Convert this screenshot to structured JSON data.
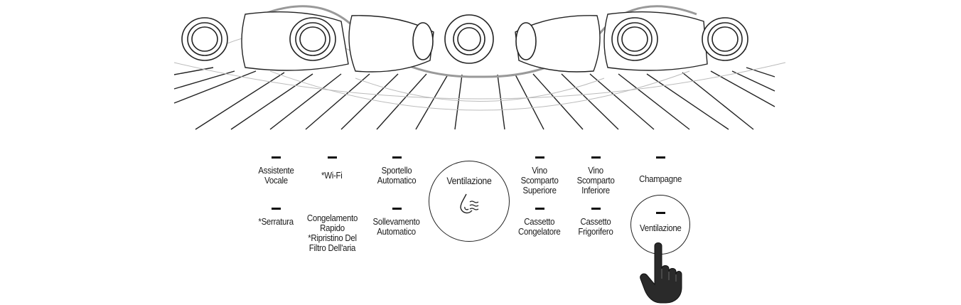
{
  "buttons": {
    "assistente_vocale": "Assistente\nVocale",
    "wifi": "*Wi-Fi",
    "sportello_automatico": "Sportello\nAutomatico",
    "ventilazione_center": "Ventilazione",
    "vino_scomparto_superiore": "Vino\nScomparto\nSuperiore",
    "vino_scomparto_inferiore": "Vino\nScomparto\nInferiore",
    "champagne": "Champagne",
    "serratura": "*Serratura",
    "congelamento_rapido": "Congelamento\nRapido\n*Ripristino Del\nFiltro Dell'aria",
    "sollevamento_automatico": "Sollevamento\nAutomatico",
    "cassetto_congelatore": "Cassetto\nCongelatore",
    "cassetto_frigorifero": "Cassetto\nFrigorifero",
    "ventilazione_right": "Ventilazione"
  },
  "icons": {
    "center": "ventilation-drop-icon",
    "hand": "pointing-hand-icon"
  }
}
